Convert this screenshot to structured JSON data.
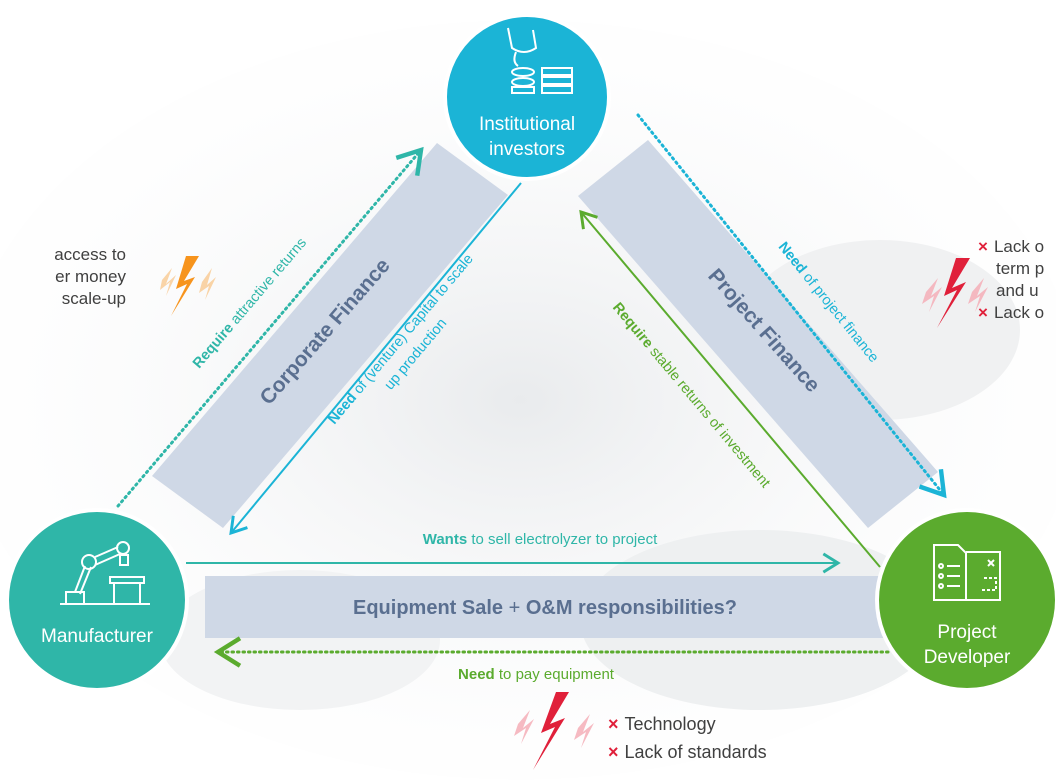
{
  "nodes": {
    "investors": {
      "line1": "Institutional",
      "line2": "investors",
      "color": "#1bb4d6"
    },
    "manufacturer": {
      "label": "Manufacturer",
      "color": "#2fb6a8"
    },
    "developer": {
      "line1": "Project",
      "line2": "Developer",
      "color": "#5bab2e"
    }
  },
  "bands": {
    "corporate": "Corporate Finance",
    "project": "Project Finance",
    "equipment_a": "Equipment Sale",
    "equipment_plus": " + ",
    "equipment_b": "O&M responsibilities?",
    "color": "#cfd8e6",
    "text_color": "#5a6f90"
  },
  "arrows": {
    "require_returns": {
      "bold": "Require",
      "rest": " attractive returns"
    },
    "need_capital_1": {
      "bold": "Need",
      "rest": " of (venture) Capital to scale"
    },
    "need_capital_2": "up production",
    "need_project_finance": {
      "bold": "Need",
      "rest": " of project finance"
    },
    "require_stable": {
      "bold": "Require",
      "rest": " stable returns of investment"
    },
    "wants_sell": {
      "bold": "Wants",
      "rest": " to sell electrolyzer to project"
    },
    "need_pay": {
      "bold": "Need",
      "rest": " to pay equipment"
    }
  },
  "left_barrier": [
    "access to",
    "er money",
    "scale-up"
  ],
  "right_barrier": [
    "Lack o",
    "term p",
    "and u",
    "Lack o"
  ],
  "bottom_barrier": [
    "Technology",
    "Lack of standards"
  ],
  "colors": {
    "teal": "#2fb6a8",
    "blue": "#1bb4d6",
    "green": "#5bab2e",
    "orange": "#f7941d",
    "red": "#e0203a"
  }
}
